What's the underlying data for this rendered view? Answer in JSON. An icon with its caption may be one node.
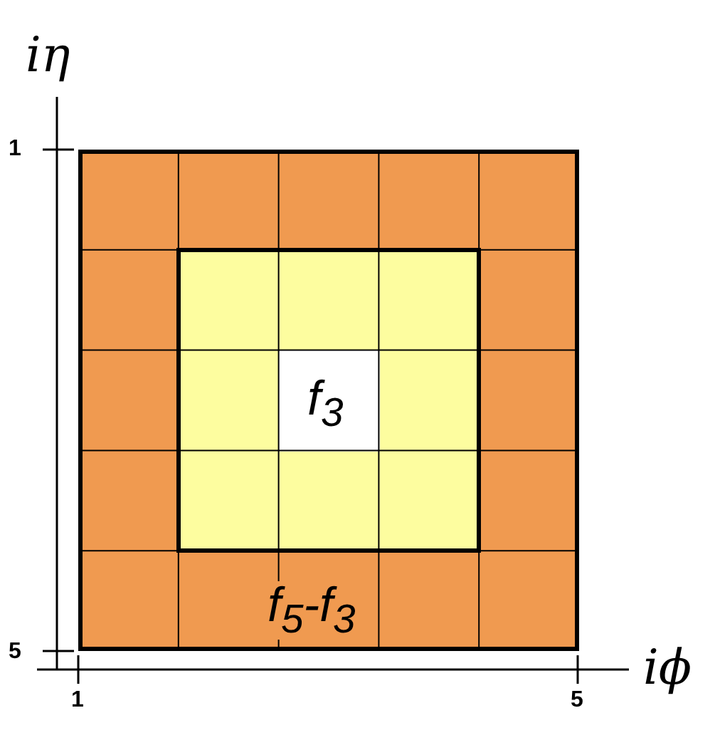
{
  "diagram": {
    "nodes": [
      {
        "text": [
          "f$_{5}$-f$_{3}$"
        ]
      },
      {
        "text": [],
        "shape": "box",
        "in": 0
      },
      {
        "text": [
          "f$_{3}$"
        ],
        "in": 1
      }
    ],
    "edges": [],
    "labels": [
      "iη",
      "1",
      "5",
      "iϕ",
      "1",
      "5"
    ]
  }
}
